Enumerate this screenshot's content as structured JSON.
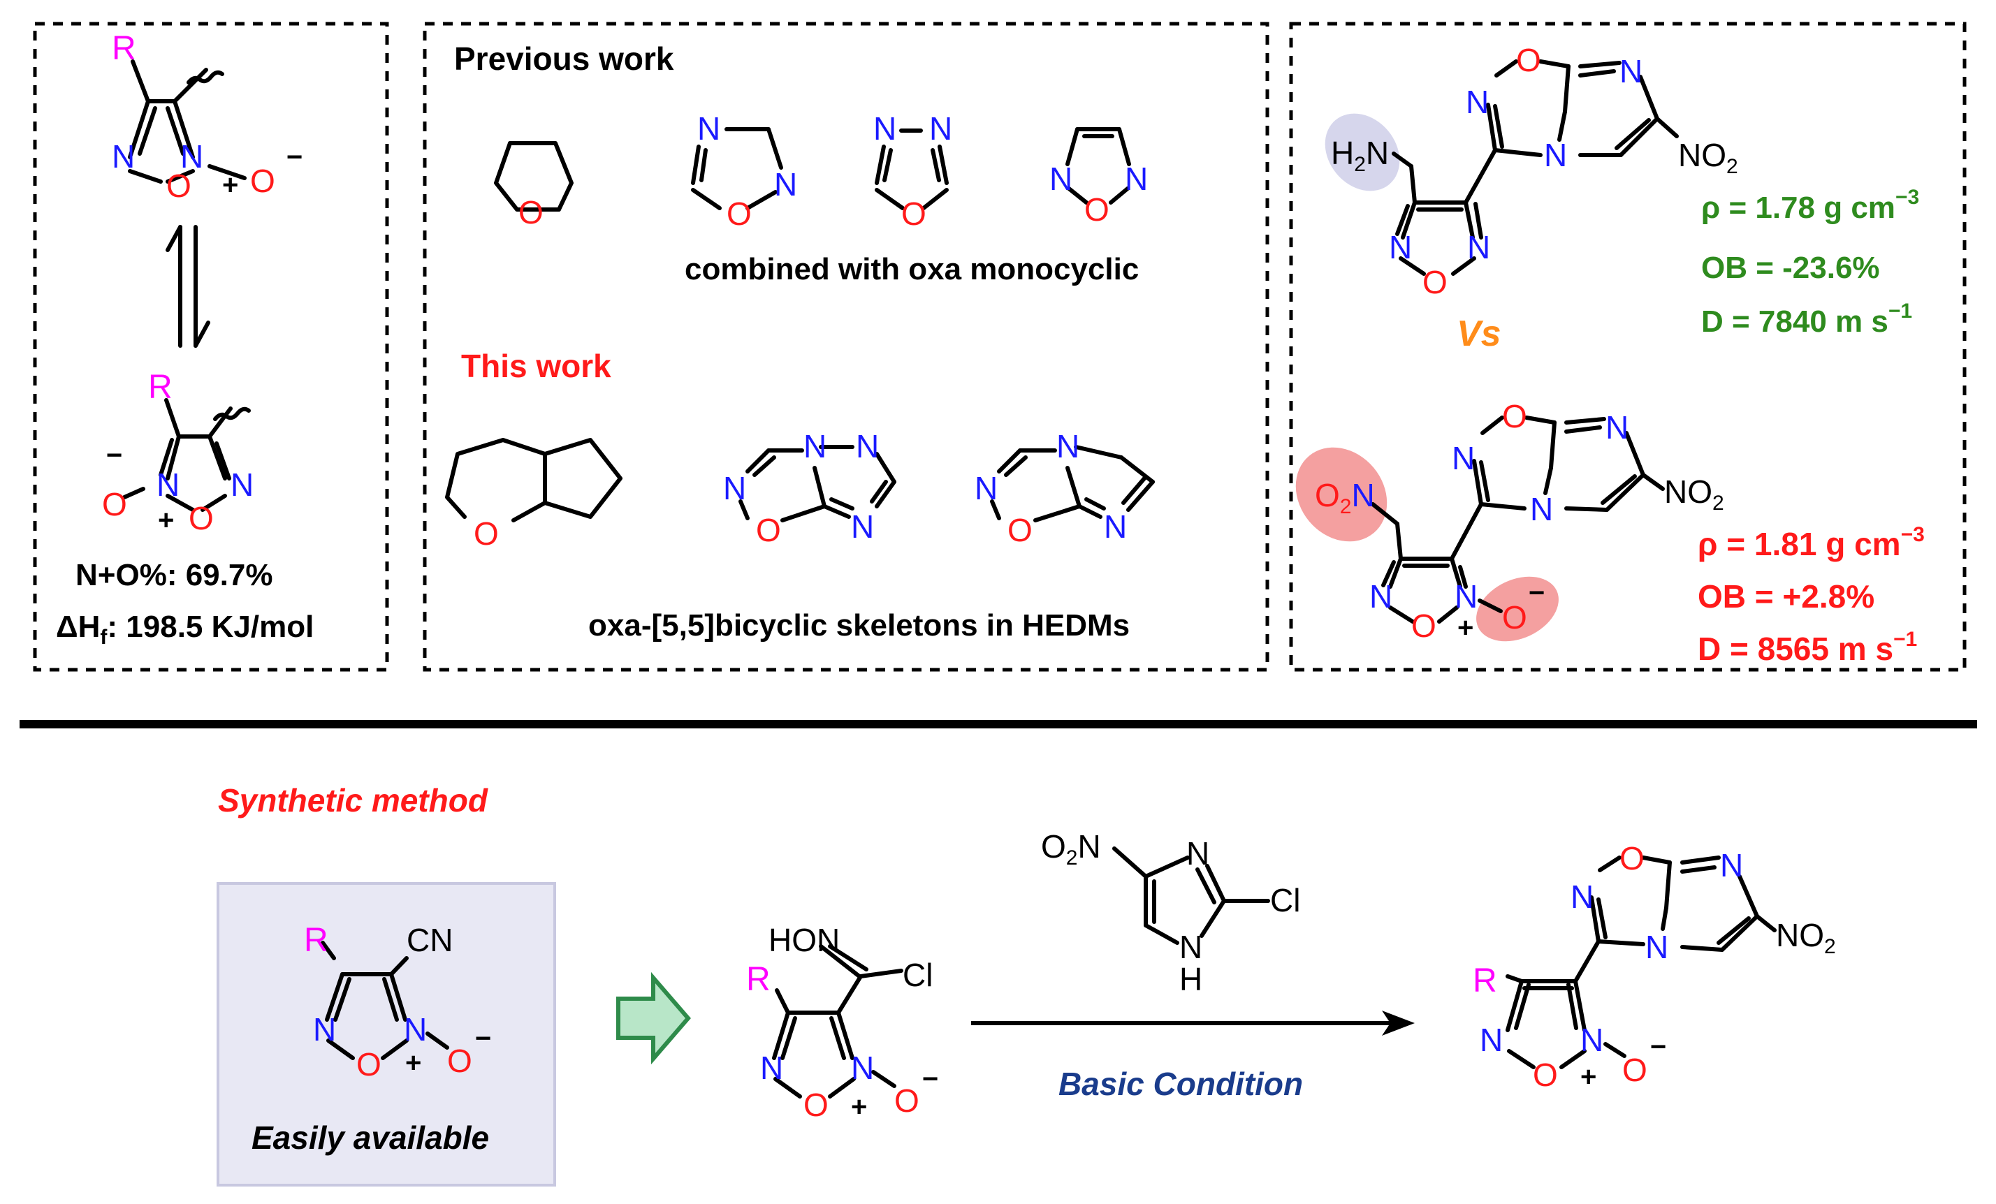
{
  "panel1": {
    "n_o_percent": "N+O%: 69.7%",
    "delta_hf_prefix": "ΔH",
    "delta_hf_sub": "f",
    "delta_hf_value": ": 198.5 KJ/mol"
  },
  "panel2": {
    "previous_work": "Previous work",
    "combined_caption": "combined with oxa monocyclic",
    "this_work": "This work",
    "bicyclic_caption": "oxa-[5,5]bicyclic skeletons in HEDMs"
  },
  "panel3": {
    "vs_label": "Vs",
    "compound1": {
      "density": "ρ = 1.78 g cm",
      "density_exp": "−3",
      "ob": "OB = -23.6%",
      "detonation": "D = 7840 m s",
      "detonation_exp": "−1"
    },
    "compound2": {
      "density": "ρ = 1.81 g cm",
      "density_exp": "−3",
      "ob": "OB = +2.8%",
      "detonation": "D = 8565 m s",
      "detonation_exp": "−1"
    }
  },
  "synthesis": {
    "title": "Synthetic method",
    "start_caption": "Easily available",
    "condition": "Basic Condition"
  },
  "atoms": {
    "R": "R",
    "N": "N",
    "O": "O",
    "H": "H",
    "Cl": "Cl",
    "CN": "CN",
    "HON": "HON",
    "NO2": "NO",
    "two": "2",
    "H2N": "H",
    "O2N": "O",
    "plus": "+",
    "minus": "−"
  },
  "colors": {
    "nitrogen": "#1a1aff",
    "oxygen": "#ff1a1a",
    "r_group": "#ff00ff",
    "highlight_red": "#ff1a1a",
    "highlight_green": "#2e8b1e",
    "vs_orange": "#ff8c1a",
    "condition_blue": "#1a3c8c",
    "start_box": "#e8e8f4",
    "arrow_green": "#2e8b4a"
  }
}
